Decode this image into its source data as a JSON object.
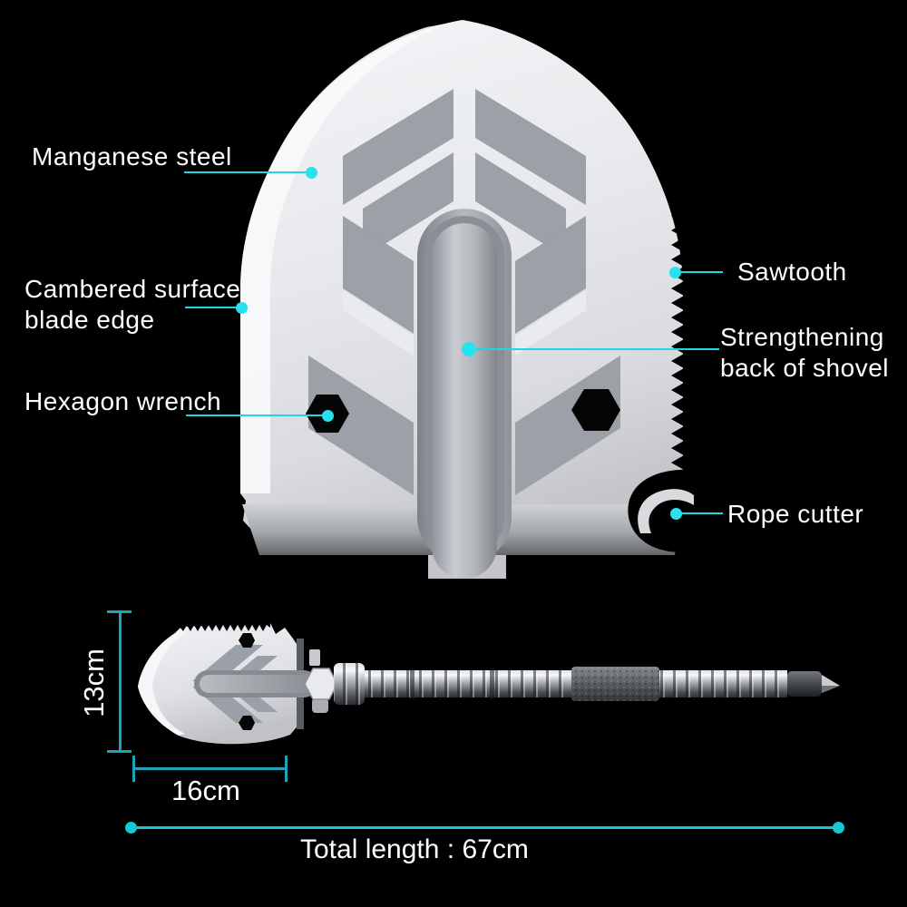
{
  "callouts": {
    "manganese": {
      "label": "Manganese steel"
    },
    "cambered": {
      "line1": "Cambered surface",
      "line2": "blade edge"
    },
    "hexagon": {
      "label": "Hexagon wrench"
    },
    "sawtooth": {
      "label": "Sawtooth"
    },
    "strengthening": {
      "line1": "Strengthening",
      "line2": "back of shovel"
    },
    "rope": {
      "label": "Rope cutter"
    }
  },
  "dimensions": {
    "height": "13cm",
    "width": "16cm",
    "total": "Total length : 67cm"
  },
  "colors": {
    "background": "#000000",
    "text": "#ffffff",
    "leader_line": "#1ed7e2",
    "leader_dot": "#27e2ee",
    "dimension_line": "#1ba6b6",
    "total_line": "#13c9d6"
  }
}
